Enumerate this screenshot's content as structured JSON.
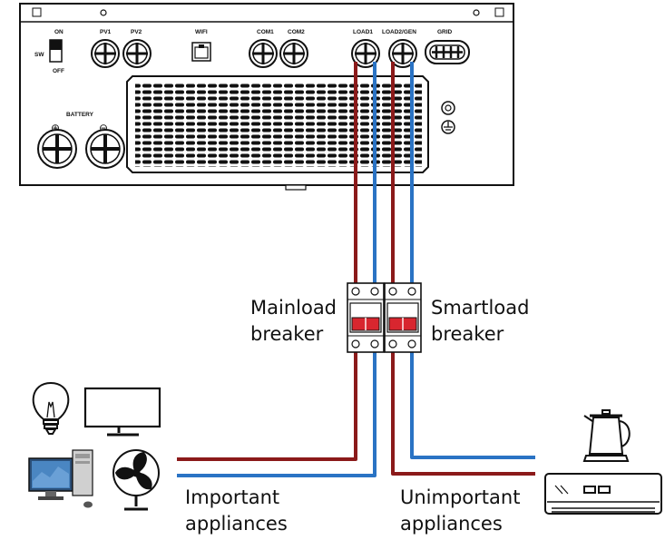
{
  "inverter": {
    "switch": {
      "on": "ON",
      "sw": "SW",
      "off": "OFF"
    },
    "ports": {
      "pv1": "PV1",
      "pv2": "PV2",
      "wifi": "WIFI",
      "com1": "COM1",
      "com2": "COM2",
      "load1": "LOAD1",
      "load2_gen": "LOAD2/GEN",
      "grid": "GRID"
    },
    "battery": {
      "label": "BATTERY",
      "plus": "⊕",
      "minus": "⊖"
    }
  },
  "breakers": {
    "mainload": {
      "line1": "Mainload",
      "line2": "breaker"
    },
    "smartload": {
      "line1": "Smartload",
      "line2": "breaker"
    }
  },
  "appliances": {
    "important": {
      "line1": "Important",
      "line2": "appliances"
    },
    "unimportant": {
      "line1": "Unimportant",
      "line2": "appliances"
    }
  },
  "colors": {
    "live_wire": "#8b1a1a",
    "neutral_wire": "#2a73c4",
    "breaker_lever": "#d8262f",
    "outline": "#111111"
  },
  "icons": [
    "lightbulb-icon",
    "monitor-icon",
    "desktop-computer-icon",
    "fan-icon",
    "kettle-icon",
    "air-conditioner-icon"
  ]
}
